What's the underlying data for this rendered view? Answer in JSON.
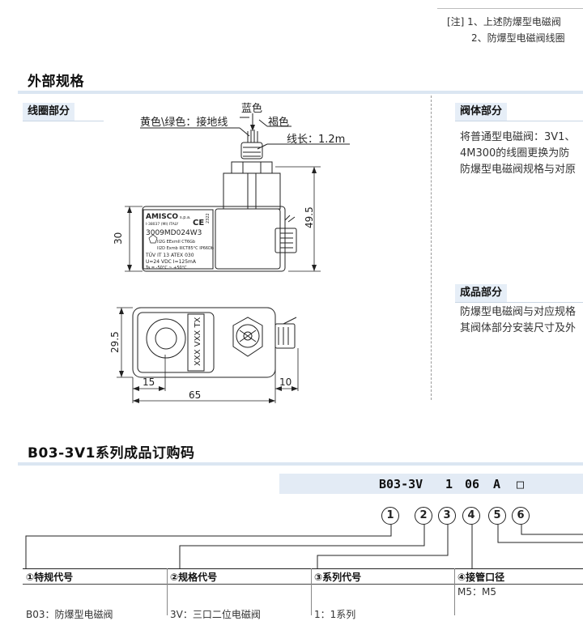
{
  "notes": {
    "line1": "[注] 1、上述防爆型电磁阀",
    "line2": "2、防爆型电磁阀线圈"
  },
  "sections": {
    "external_spec": "外部规格",
    "order_code": "B03-3V1系列成品订购码"
  },
  "coil": {
    "label": "线圈部分",
    "labels": {
      "blue": "蓝色",
      "yellow_green": "黄色\\绿色：接地线",
      "brown": "褐色",
      "wire_length": "线长：1.2m"
    },
    "dims": {
      "height_30": "30",
      "height_49_5": "49.5",
      "height_29_5": "29.5",
      "w15": "15",
      "w65": "65",
      "w10": "10"
    },
    "nameplate": {
      "brand": "AMISCO",
      "brand_suffix": "s.p.a.",
      "origin": "I-38037 (MI) ITALY",
      "ce": "CE",
      "model": "3009MD024W3",
      "side_code": "2322",
      "cert1": "II2G EExmII CT6Gb",
      "cert2": "II2D Exmb IIICT85°C IP66Db",
      "cert3": "TÜV IT 13 ATEX 030",
      "rating": "U=24 VDC   I=125mA",
      "temp": "Ta = -50°C ~ +50°C"
    },
    "top_view_text": "XXX VXX TX"
  },
  "valve": {
    "label": "阀体部分",
    "text1": "将普通型电磁阀：3V1、",
    "text2": "4M300的线圈更换为防",
    "text3": "防爆型电磁阀规格与对原"
  },
  "product": {
    "label": "成品部分",
    "text1": "防爆型电磁阀与对应规格",
    "text2": "其阀体部分安装尺寸及外"
  },
  "order": {
    "code": {
      "p1": "B03-3V",
      "p2": "1",
      "p3": "06",
      "p4": "A",
      "p5": "□"
    },
    "circles": [
      "1",
      "2",
      "3",
      "4",
      "5",
      "6"
    ],
    "headers": {
      "c1": "①特规代号",
      "c2": "②规格代号",
      "c3": "③系列代号",
      "c4": "④接管口径"
    },
    "rows": {
      "c1": "B03：防爆型电磁阀",
      "c2": "3V：三口二位电磁阀",
      "c3": "1：1系列",
      "c4": "M5：M5"
    }
  }
}
